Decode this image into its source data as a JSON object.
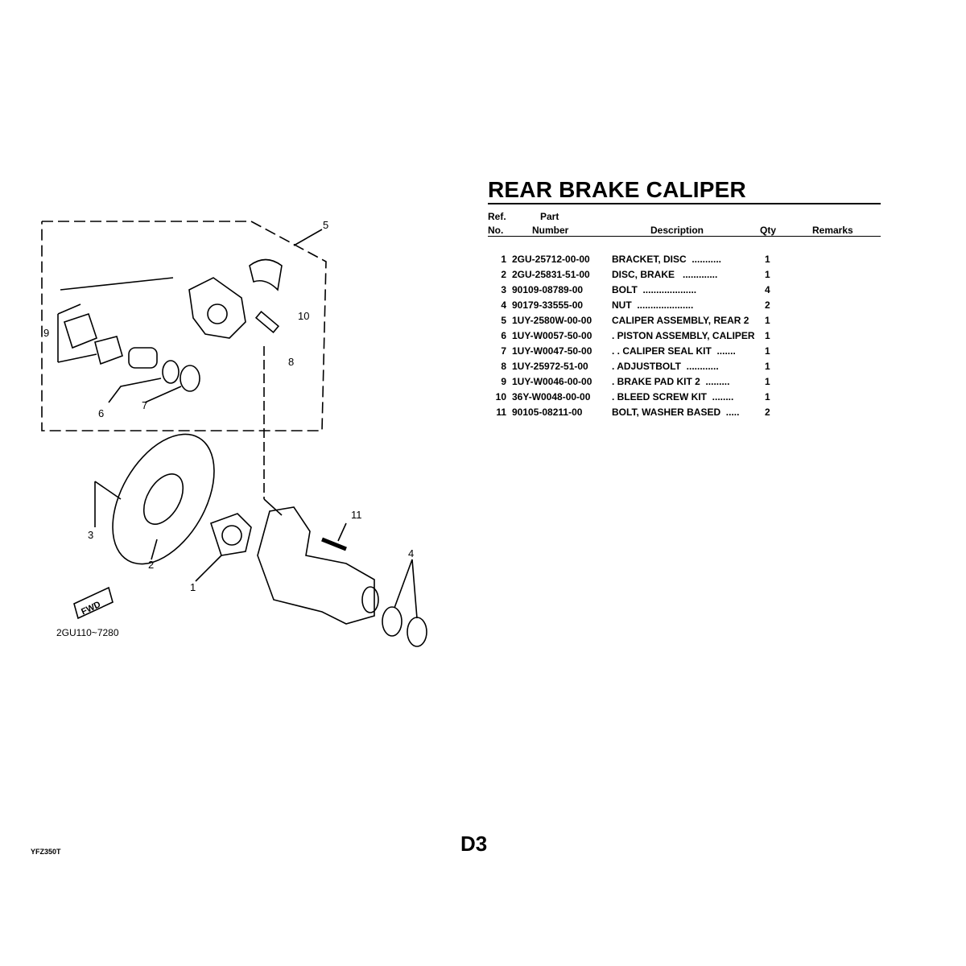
{
  "title": "REAR BRAKE CALIPER",
  "table": {
    "headers": {
      "ref_top": "Ref.",
      "ref_bottom": "No.",
      "part_top": "Part",
      "part_bottom": "Number",
      "description": "Description",
      "qty": "Qty",
      "remarks": "Remarks"
    },
    "rows": [
      {
        "ref": "1",
        "part": "2GU-25712-00-00",
        "desc": "BRACKET, DISC  ...........",
        "qty": "1"
      },
      {
        "ref": "2",
        "part": "2GU-25831-51-00",
        "desc": "DISC, BRAKE   .............",
        "qty": "1"
      },
      {
        "ref": "3",
        "part": "90109-08789-00",
        "desc": "BOLT  ....................",
        "qty": "4"
      },
      {
        "ref": "4",
        "part": "90179-33555-00",
        "desc": "NUT  .....................",
        "qty": "2"
      },
      {
        "ref": "5",
        "part": "1UY-2580W-00-00",
        "desc": "CALIPER ASSEMBLY, REAR 2",
        "qty": "1"
      },
      {
        "ref": "6",
        "part": "1UY-W0057-50-00",
        "desc": ". PISTON ASSEMBLY, CALIPER",
        "qty": "1"
      },
      {
        "ref": "7",
        "part": "1UY-W0047-50-00",
        "desc": ". . CALIPER SEAL KIT  .......",
        "qty": "1"
      },
      {
        "ref": "8",
        "part": "1UY-25972-51-00",
        "desc": ". ADJUSTBOLT  ............",
        "qty": "1"
      },
      {
        "ref": "9",
        "part": "1UY-W0046-00-00",
        "desc": ". BRAKE PAD KIT 2  .........",
        "qty": "1"
      },
      {
        "ref": "10",
        "part": "36Y-W0048-00-00",
        "desc": ". BLEED SCREW KIT  ........",
        "qty": "1"
      },
      {
        "ref": "11",
        "part": "90105-08211-00",
        "desc": "BOLT, WASHER BASED  .....",
        "qty": "2"
      }
    ]
  },
  "diagram": {
    "callouts": [
      "1",
      "2",
      "3",
      "4",
      "5",
      "6",
      "7",
      "8",
      "9",
      "10",
      "11"
    ],
    "fwd_label": "FWD",
    "code": "2GU110~7280"
  },
  "footer": {
    "model": "YFZ350T",
    "page": "D3"
  }
}
